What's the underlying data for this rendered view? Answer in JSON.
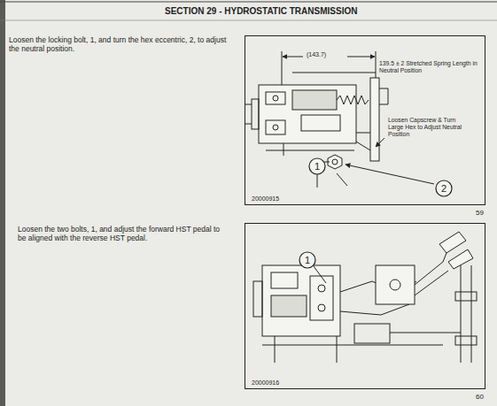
{
  "diagram": {
    "title": "SECTION 29 - HYDROSTATIC TRANSMISSION",
    "nodes": [
      {
        "text": [
          "20000915"
        ]
      },
      {
        "text": [
          "1"
        ],
        "in": 0
      },
      {
        "text": [
          "2"
        ],
        "in": 0
      },
      {
        "text": [
          "20000916"
        ]
      },
      {
        "text": [
          "1"
        ],
        "in": 3
      }
    ],
    "labels": [
      "Loosen the locking bolt, 1, and turn the hex eccentric, 2, to adjust the neutral position.",
      "(143.7)",
      "139.5 ± 2 Stretched Spring Length in Neutral Position",
      "Loosen Capscrew & Turn Large Hex to Adjust Neutral Position",
      "59",
      "Loosen the two bolts, 1, and adjust the forward HST pedal to be aligned with the reverse HST pedal.",
      "60"
    ]
  }
}
